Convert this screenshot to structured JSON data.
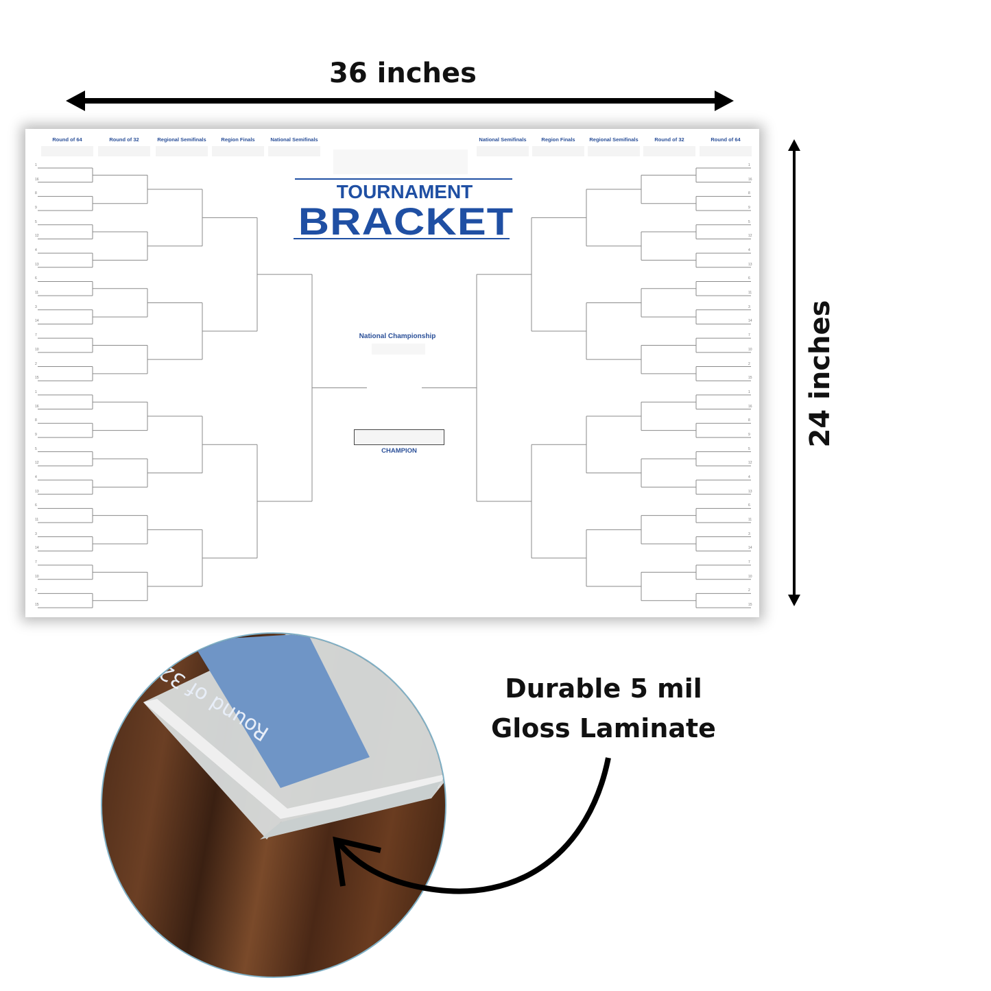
{
  "dimensions": {
    "width_label": "36 inches",
    "height_label": "24 inches"
  },
  "poster": {
    "title_top": "TOURNAMENT",
    "title_main": "BRACKET",
    "left_rounds": [
      "Round of 64",
      "Round of 32",
      "Regional Semifinals",
      "Region Finals",
      "National Semifinals"
    ],
    "right_rounds": [
      "National Semifinals",
      "Region Finals",
      "Regional Semifinals",
      "Round of 32",
      "Round of 64"
    ],
    "seeds": [
      "1",
      "16",
      "8",
      "9",
      "5",
      "12",
      "4",
      "13",
      "6",
      "11",
      "3",
      "14",
      "7",
      "10",
      "2",
      "15"
    ],
    "national_championship": "National Championship",
    "champion": "CHAMPION",
    "accent_color": "#1f4fa3"
  },
  "inset": {
    "photo_text": "Round of 32",
    "caption_line1": "Durable 5 mil",
    "caption_line2": "Gloss Laminate"
  }
}
